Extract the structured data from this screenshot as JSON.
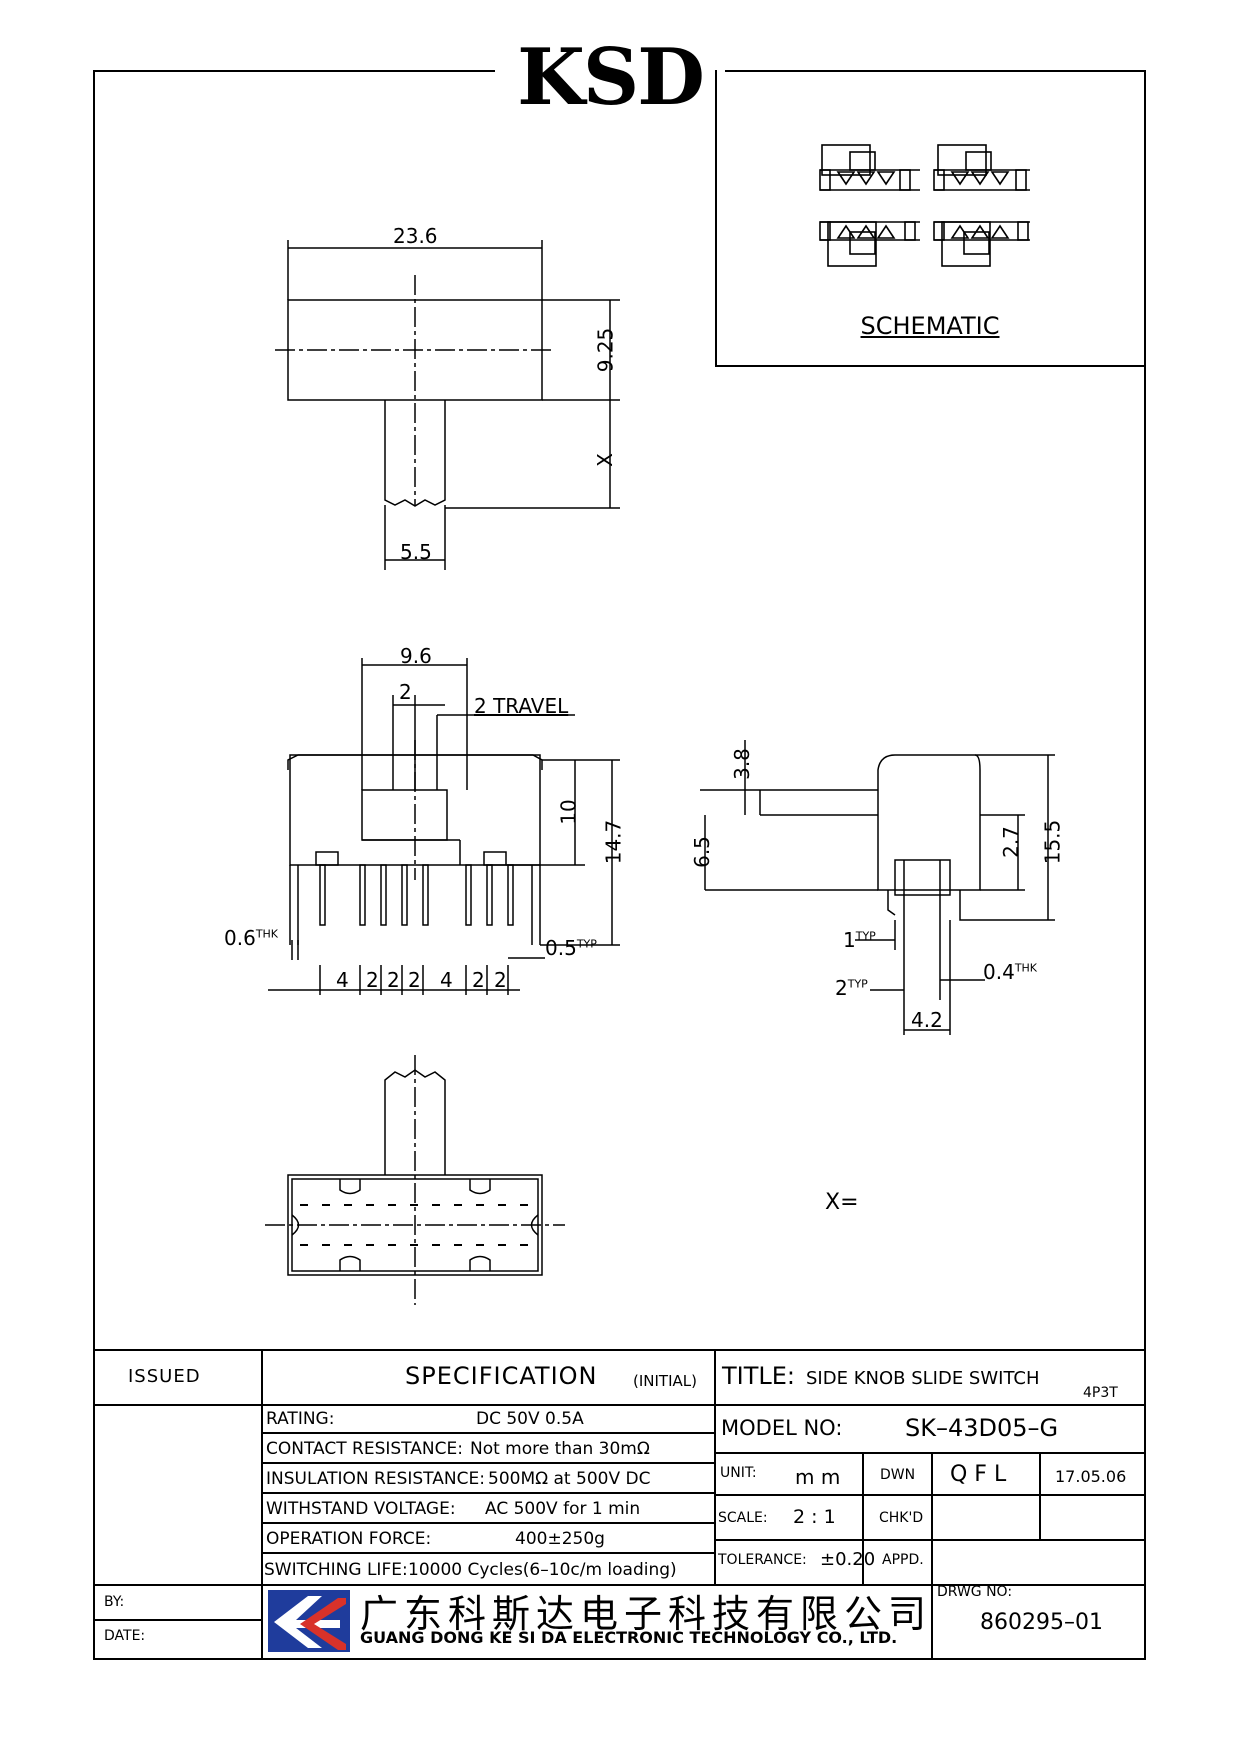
{
  "logo": "KSD",
  "schematic": {
    "label": "SCHEMATIC"
  },
  "drawing": {
    "top_view": {
      "width": "23.6",
      "height": "9.25",
      "x": "X",
      "knob_width": "5.5"
    },
    "front_view": {
      "pitch_total": "9.6",
      "knob": "2",
      "travel": "2  TRAVEL",
      "h1": "10",
      "h2": "14.7",
      "thk": "0.6",
      "thk_sup": "THK",
      "pin": "0.5",
      "pin_sup": "TYP",
      "spacing": [
        "4",
        "2",
        "2",
        "2",
        "4",
        "2",
        "2"
      ]
    },
    "side_view": {
      "d1": "3.8",
      "d2": "6.5",
      "d3": "2.7",
      "d4": "15.5",
      "typ1": "1",
      "typ2": "2",
      "typ_sup": "TYP",
      "thk": "0.4",
      "thk_sup": "THK",
      "w": "4.2"
    },
    "x_value": "X="
  },
  "title_block": {
    "issued": "ISSUED",
    "specification": "SPECIFICATION",
    "initial": "(INITIAL)",
    "title_label": "TITLE:",
    "title_value": "SIDE  KNOB  SLIDE  SWITCH",
    "title_suffix": "4P3T",
    "specs": [
      {
        "label": "RATING:",
        "value": "DC     50V     0.5A"
      },
      {
        "label": "CONTACT  RESISTANCE:",
        "value": "Not  more  than  30mΩ"
      },
      {
        "label": "INSULATION  RESISTANCE:",
        "value": "500MΩ  at  500V  DC"
      },
      {
        "label": "WITHSTAND  VOLTAGE:",
        "value": "AC  500V  for  1  min"
      },
      {
        "label": "OPERATION  FORCE:",
        "value": "400±250g"
      },
      {
        "label": "SWITCHING  LIFE:",
        "value": "10000  Cycles(6–10c/m  loading)"
      }
    ],
    "model_label": "MODEL  NO:",
    "model_value": "SK–43D05–G",
    "unit_label": "UNIT:",
    "unit_value": "m    m",
    "dwn_label": "DWN",
    "dwn_value": "Q  F  L",
    "date_value": "17.05.06",
    "scale_label": "SCALE:",
    "scale_value": "2  :  1",
    "chkd_label": "CHK'D",
    "tolerance_label": "TOLERANCE:",
    "tolerance_value": "±0.20",
    "appd_label": "APPD.",
    "drwg_label": "DRWG  NO:",
    "drwg_value": "860295–01",
    "by_label": "BY:",
    "date_label": "DATE:",
    "company_cn": "广东科斯达电子科技有限公司",
    "company_en": "GUANG DONG KE SI DA ELECTRONIC TECHNOLOGY CO., LTD."
  },
  "colors": {
    "logo_blue": "#1f3c9c",
    "logo_red": "#d8322a"
  }
}
